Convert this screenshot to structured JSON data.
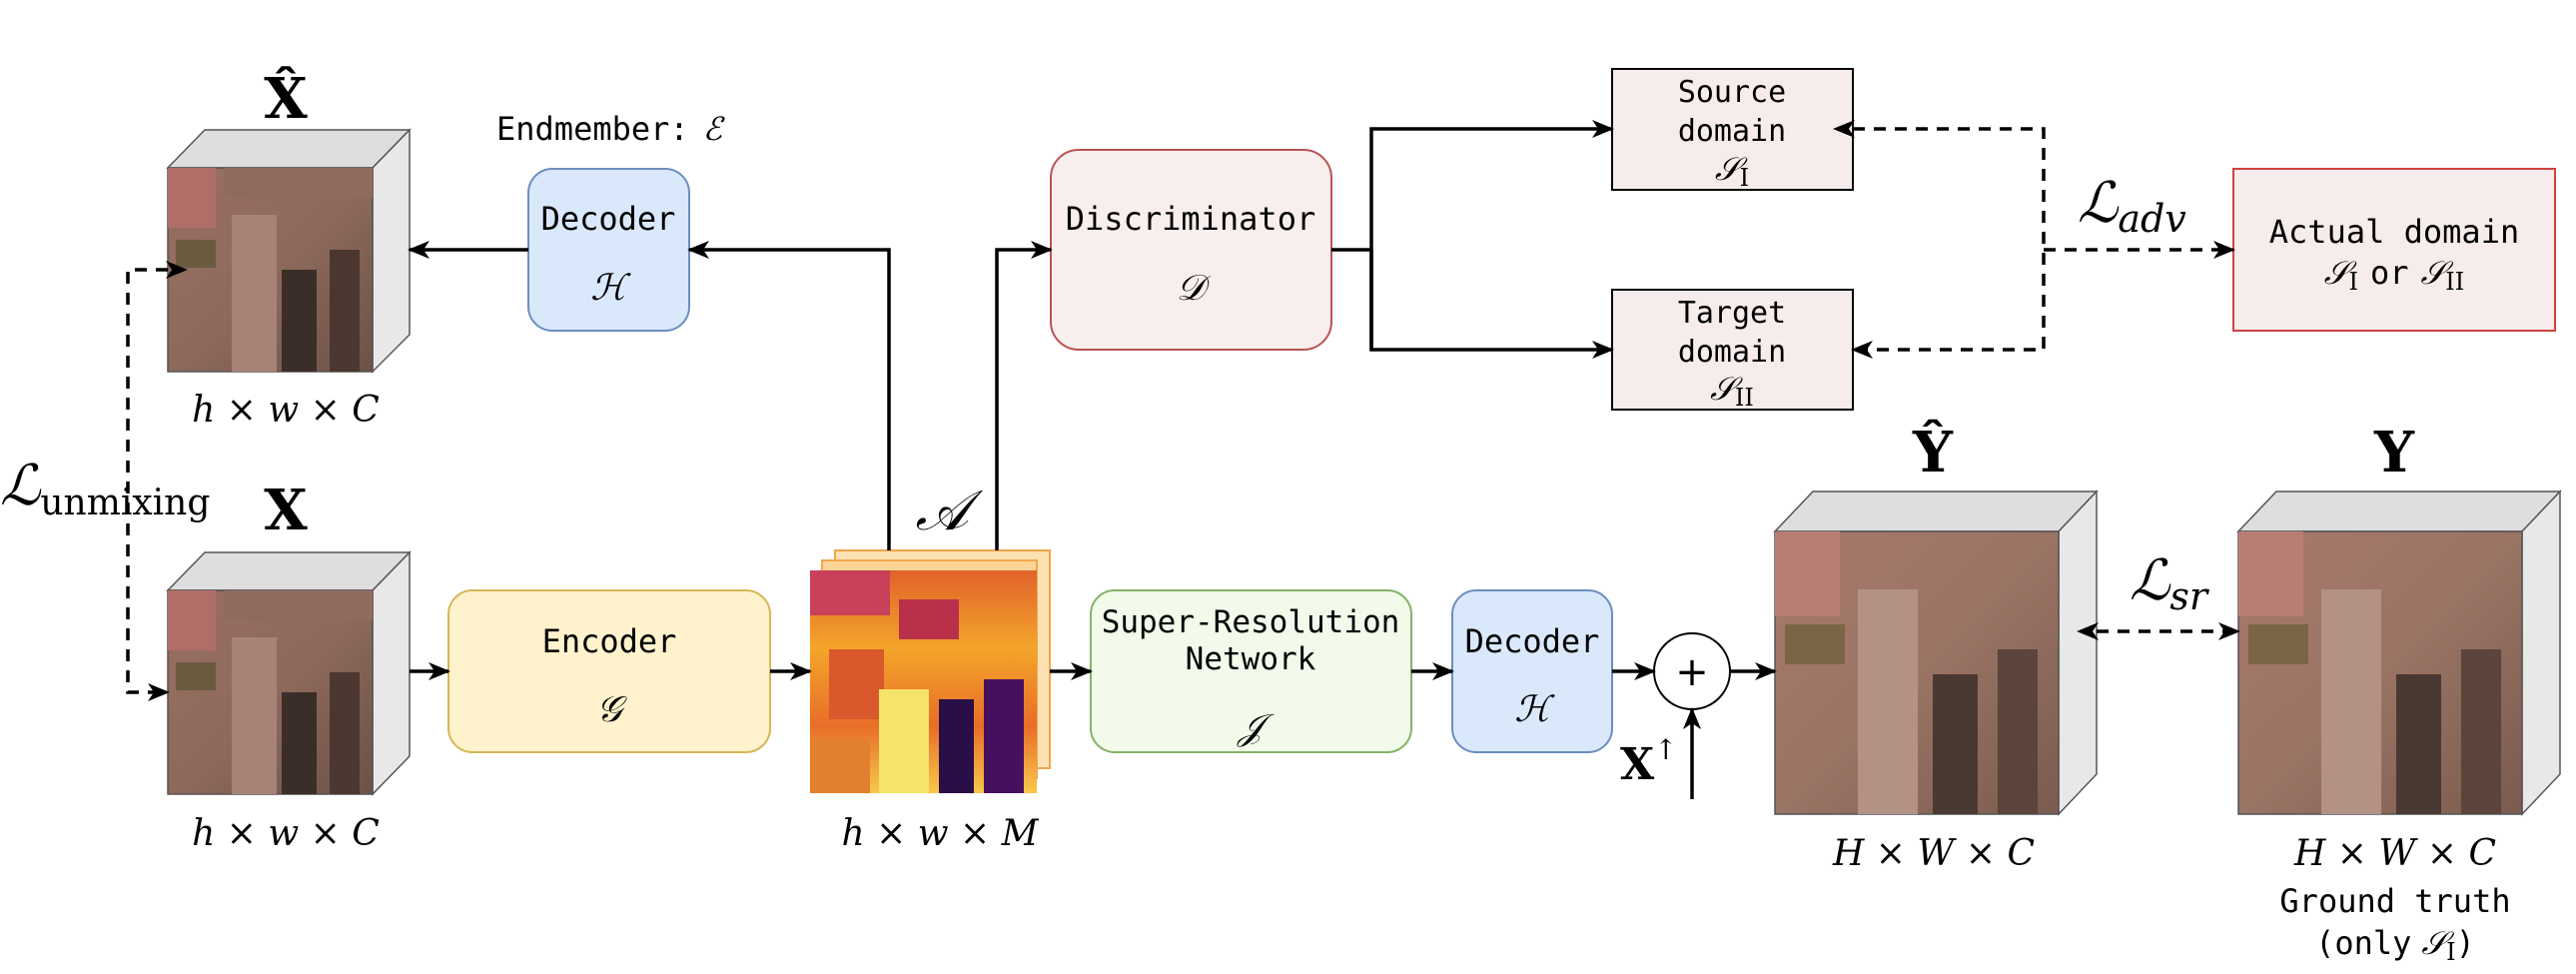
{
  "hsi_input": {
    "symbol": "X",
    "dims": "h × w × C"
  },
  "hsi_recon": {
    "symbol": "X̂",
    "dims": "h × w × C"
  },
  "unmixing_loss": {
    "symbol": "ℒ",
    "subscript": "unmixing"
  },
  "endmember": {
    "prefix": "Endmember:",
    "symbol": "ℰ"
  },
  "decoder_top": {
    "title": "Decoder",
    "symbol": "ℋ"
  },
  "encoder": {
    "title": "Encoder",
    "symbol": "𝒢"
  },
  "abundance": {
    "symbol": "𝒜",
    "dims": "h × w × M"
  },
  "discriminator": {
    "title": "Discriminator",
    "symbol": "𝒟"
  },
  "source_domain": {
    "line1": "Source",
    "line2": "domain",
    "symbol": "𝒮",
    "subscript": "I"
  },
  "target_domain": {
    "line1": "Target",
    "line2": "domain",
    "symbol": "𝒮",
    "subscript": "II"
  },
  "adv_loss": {
    "symbol": "ℒ",
    "subscript": "adv"
  },
  "actual_domain": {
    "line1": "Actual domain",
    "sym1": "𝒮",
    "sub1": "I",
    "or": "or",
    "sym2": "𝒮",
    "sub2": "II"
  },
  "sr_network": {
    "line1": "Super-Resolution",
    "line2": "Network",
    "symbol": "𝒥"
  },
  "decoder_bottom": {
    "title": "Decoder",
    "symbol": "ℋ"
  },
  "sum_node": {
    "symbol": "+"
  },
  "upsampled_input": {
    "symbol": "X",
    "superscript": "↑"
  },
  "sr_output": {
    "symbol": "Ŷ",
    "dims": "H × W × C"
  },
  "ground_truth": {
    "symbol": "Y",
    "dims": "H × W × C",
    "line1": "Ground truth",
    "line2_prefix": "(only",
    "line2_symbol": "𝒮",
    "line2_sub": "I",
    "line2_suffix": ")"
  },
  "sr_loss": {
    "symbol": "ℒ",
    "subscript": "sr"
  },
  "colors": {
    "decoder_fill": "#dae8fc",
    "decoder_stroke": "#6c8ebf",
    "encoder_fill": "#fff2cc",
    "encoder_stroke": "#d6b656",
    "disc_fill": "#f8eeee",
    "disc_stroke": "#b85450",
    "domain_fill": "#f7ecec",
    "actual_stroke": "#d24040",
    "sr_fill": "#f2faea",
    "sr_stroke": "#82b366"
  }
}
